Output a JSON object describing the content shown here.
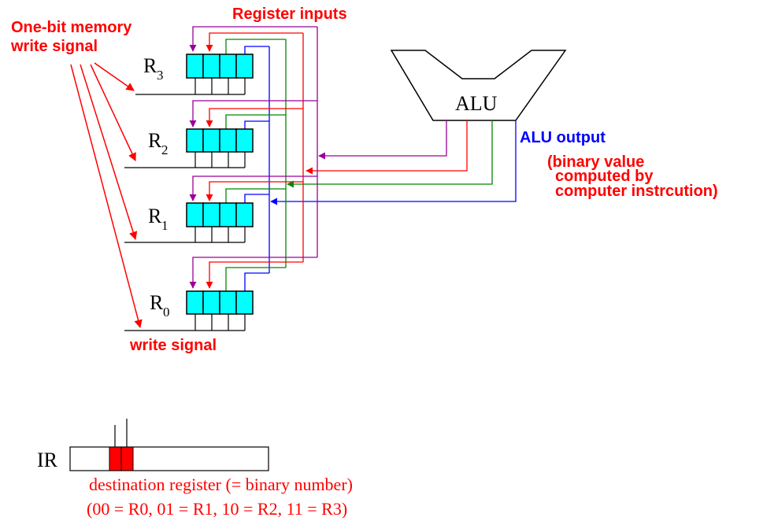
{
  "labels": {
    "register_inputs": "Register inputs",
    "one_bit_line1": "One-bit memory",
    "one_bit_line2": "write signal",
    "write_signal": "write signal",
    "alu": "ALU",
    "alu_output": "ALU output",
    "alu_note_line1": "(binary value",
    "alu_note_line2": "computed by",
    "alu_note_line3": "computer instrcution)",
    "ir": "IR",
    "dest_line1": "destination register (= binary number)",
    "dest_line2": "(00 = R0, 01 = R1, 10 = R2, 11 = R3)"
  },
  "registers": [
    {
      "name": "R",
      "sub": "3"
    },
    {
      "name": "R",
      "sub": "2"
    },
    {
      "name": "R",
      "sub": "1"
    },
    {
      "name": "R",
      "sub": "0"
    }
  ],
  "colors": {
    "bit3": "#990099",
    "bit2": "#ff0000",
    "bit1": "#008800",
    "bit0": "#0000ff",
    "register_fill": "#00ffff",
    "ir_selected": "#ff0000",
    "annotation": "#ff0000"
  }
}
